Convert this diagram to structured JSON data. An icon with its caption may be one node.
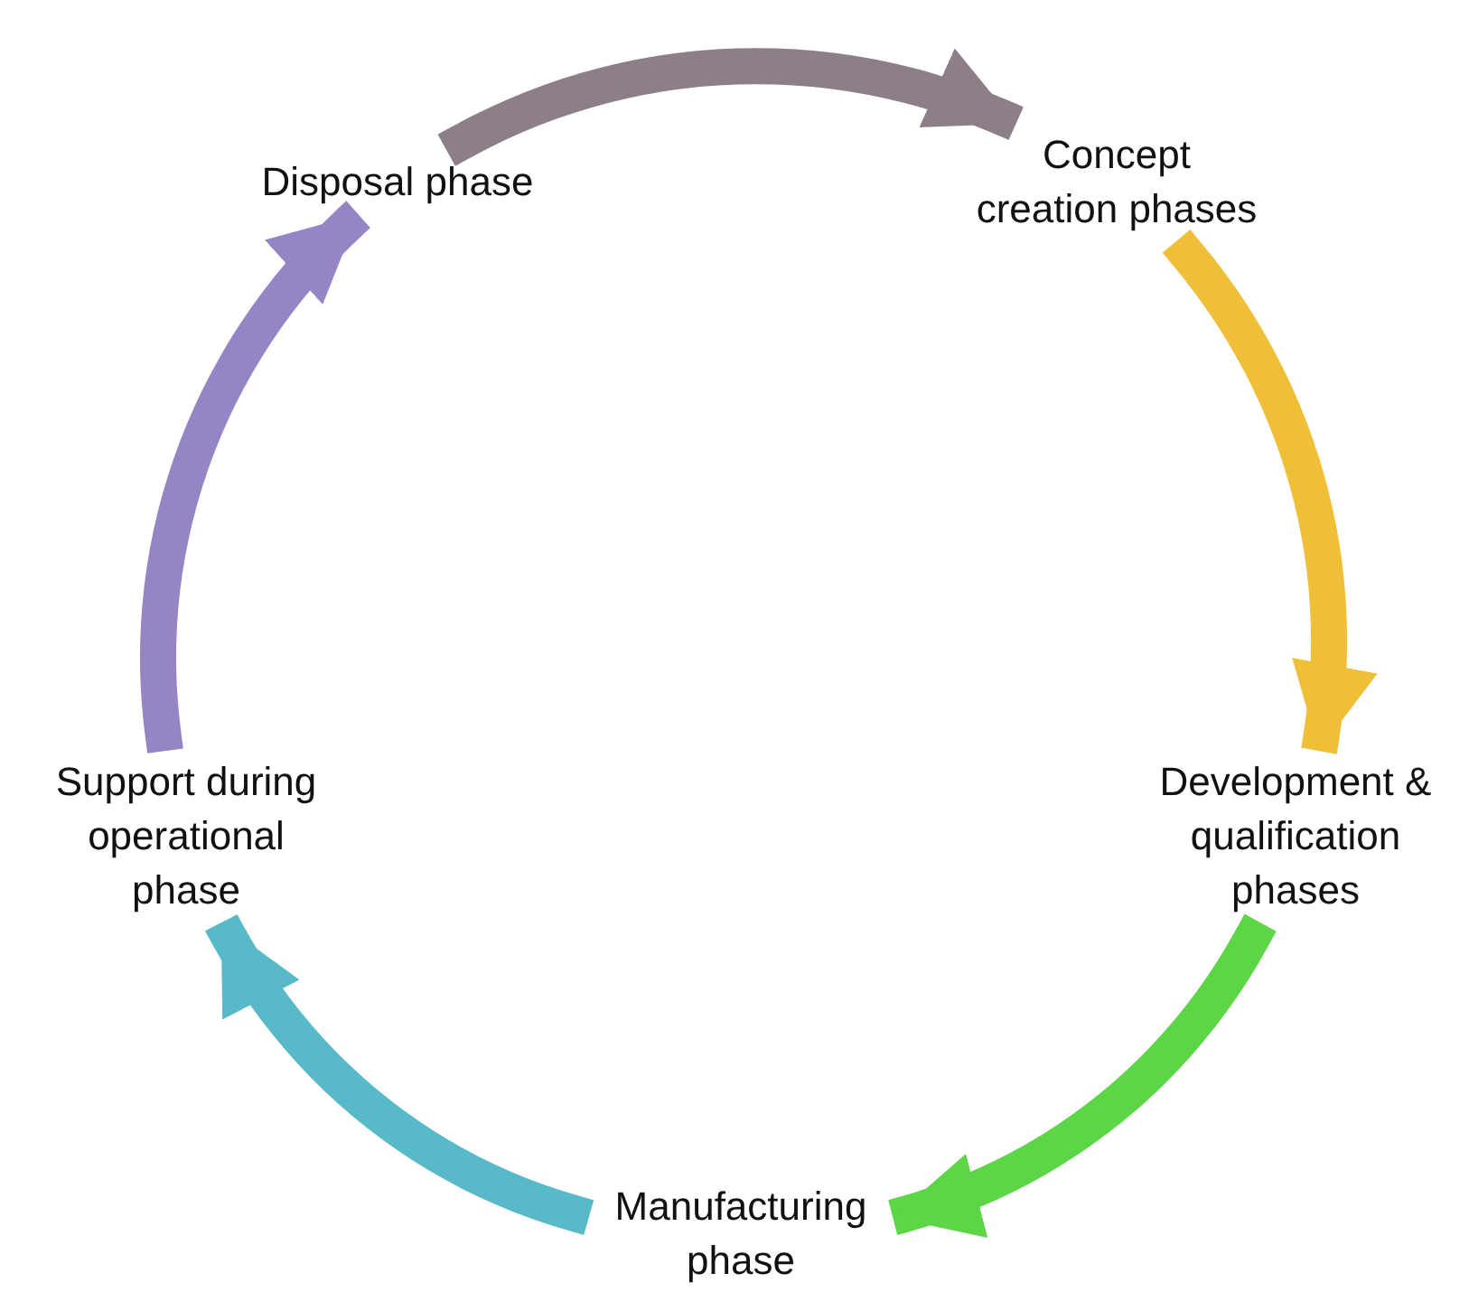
{
  "diagram": {
    "nodes": [
      {
        "text": [
          "Concept creation phases"
        ]
      },
      {
        "text": [
          "Development & qualification phases"
        ]
      },
      {
        "text": [
          "Manufacturing phase"
        ]
      },
      {
        "text": [
          "Support during operational phase"
        ]
      },
      {
        "text": [
          "Disposal phase"
        ]
      }
    ],
    "edges": [
      {
        "from": 4,
        "to": 0,
        "arrow": "to",
        "color": "#8c7f88"
      },
      {
        "from": 0,
        "to": 1,
        "arrow": "to",
        "color": "#f0bf38"
      },
      {
        "from": 1,
        "to": 2,
        "arrow": "to",
        "color": "#5cd646"
      },
      {
        "from": 2,
        "to": 3,
        "arrow": "to",
        "color": "#58b9c9"
      },
      {
        "from": 3,
        "to": 4,
        "arrow": "to",
        "color": "#9685c4"
      }
    ]
  }
}
